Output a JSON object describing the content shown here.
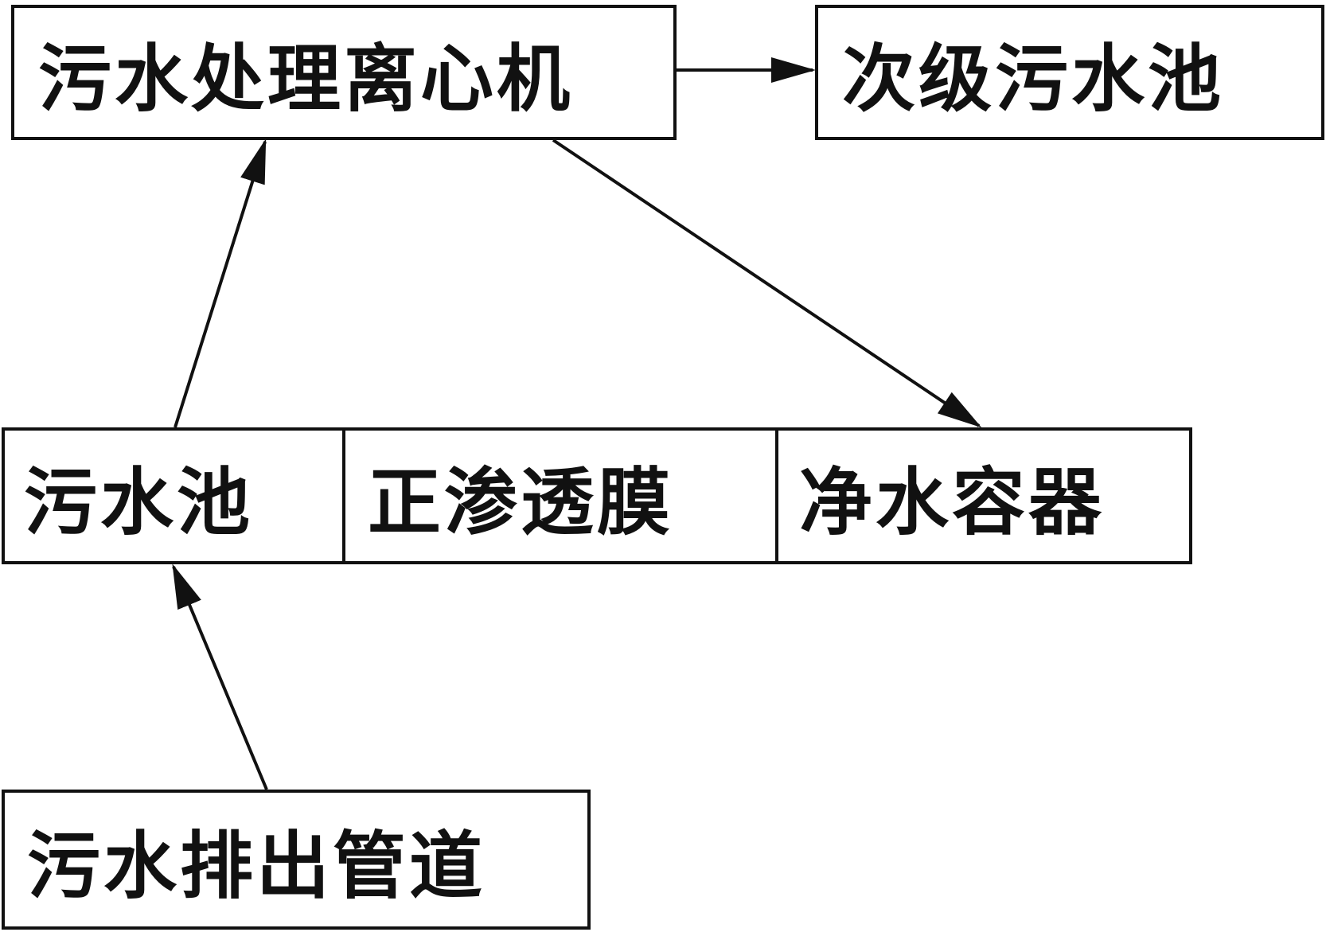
{
  "diagram": {
    "nodes": {
      "centrifuge": "污水处理离心机",
      "secondary_pool": "次级污水池",
      "sewage_pool": "污水池",
      "membrane": "正渗透膜",
      "clean_container": "净水容器",
      "discharge_pipe": "污水排出管道"
    },
    "edges": [
      {
        "from": "discharge_pipe",
        "to": "sewage_pool"
      },
      {
        "from": "sewage_pool",
        "to": "centrifuge"
      },
      {
        "from": "centrifuge",
        "to": "secondary_pool"
      },
      {
        "from": "centrifuge",
        "to": "clean_container"
      }
    ],
    "colors": {
      "line": "#111111",
      "background": "#ffffff"
    }
  }
}
